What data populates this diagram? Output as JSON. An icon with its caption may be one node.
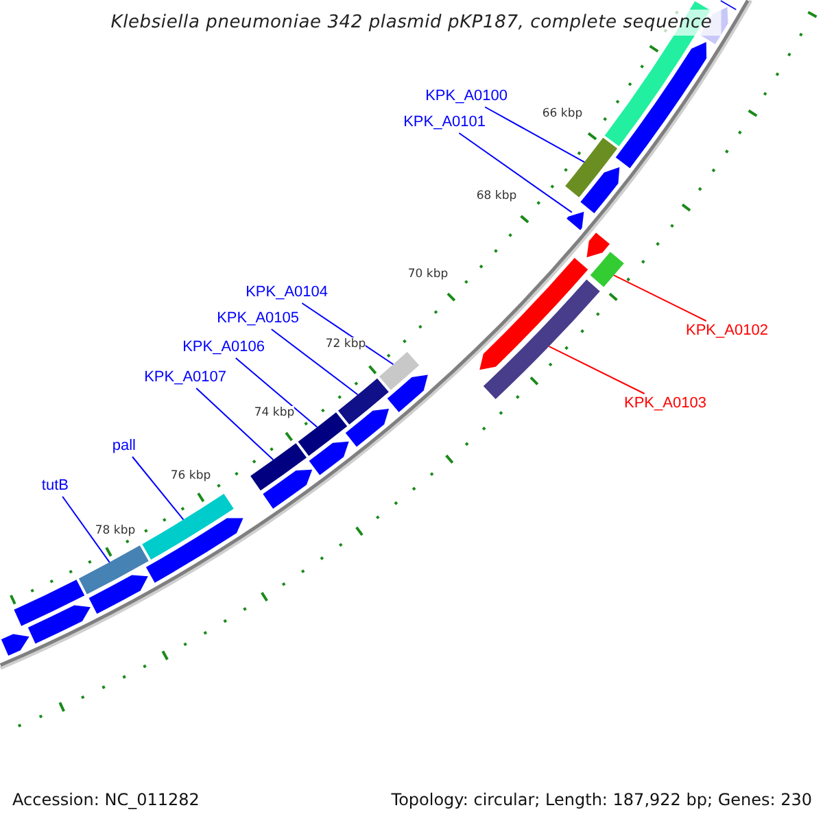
{
  "diagram": {
    "title": "Klebsiella pneumoniae 342 plasmid pKP187, complete sequence",
    "nodes": [
      {
        "text": [
          "KPK_A0100"
        ]
      },
      {
        "text": [
          "KPK_A0101"
        ]
      },
      {
        "text": [
          "KPK_A0104"
        ]
      },
      {
        "text": [
          "KPK_A0105"
        ]
      },
      {
        "text": [
          "KPK_A0106"
        ]
      },
      {
        "text": [
          "KPK_A0107"
        ]
      },
      {
        "text": [
          "pall"
        ]
      },
      {
        "text": [
          "tutB"
        ]
      },
      {
        "text": [
          "KPK_A0102"
        ]
      },
      {
        "text": [
          "KPK_A0103"
        ]
      },
      {
        "text": [],
        "shape": "bar"
      },
      {
        "text": [],
        "shape": "bar"
      },
      {
        "text": [],
        "shape": "bar"
      },
      {
        "text": [],
        "shape": "bar"
      },
      {
        "text": [],
        "shape": "bar"
      },
      {
        "text": [],
        "shape": "bar"
      },
      {
        "text": [],
        "shape": "bar"
      },
      {
        "text": [],
        "shape": "bar"
      },
      {
        "text": [],
        "shape": "bar"
      },
      {
        "text": [],
        "shape": "bar"
      },
      {
        "text": [],
        "shape": "bar"
      },
      {
        "text": [],
        "shape": "bar"
      },
      {
        "text": [],
        "shape": "bar"
      },
      {
        "text": [],
        "shape": "bar"
      },
      {
        "text": [],
        "shape": "bar"
      },
      {
        "text": [],
        "shape": "bar"
      },
      {
        "text": [],
        "shape": "bar"
      },
      {
        "text": [],
        "shape": "bar"
      },
      {
        "text": [],
        "shape": "bar"
      },
      {
        "text": [],
        "shape": "bar"
      },
      {
        "text": [],
        "shape": "bar"
      },
      {
        "text": [],
        "shape": "bar"
      },
      {
        "text": [],
        "shape": "bar"
      },
      {
        "text": [],
        "shape": "bar"
      },
      {
        "text": [],
        "shape": "bar"
      },
      {
        "text": [],
        "shape": "bar"
      }
    ],
    "edges": [
      {
        "from": 0,
        "to": 10,
        "arrow": "none"
      },
      {
        "from": 1,
        "to": 11,
        "arrow": "none"
      },
      {
        "from": 2,
        "to": 12,
        "arrow": "none"
      },
      {
        "from": 3,
        "to": 13,
        "arrow": "none"
      },
      {
        "from": 4,
        "to": 14,
        "arrow": "none"
      },
      {
        "from": 5,
        "to": 15,
        "arrow": "none"
      },
      {
        "from": 6,
        "to": 16,
        "arrow": "none"
      },
      {
        "from": 7,
        "to": 17,
        "arrow": "none"
      },
      {
        "from": 8,
        "to": 18,
        "arrow": "none",
        "color": "#ff0000"
      },
      {
        "from": 9,
        "to": 19,
        "arrow": "none",
        "color": "#ff0000"
      }
    ],
    "labels": [
      "66 kbp",
      "68 kbp",
      "70 kbp",
      "72 kbp",
      "74 kbp",
      "76 kbp",
      "78 kbp",
      "Accession: NC_011282",
      "Topology: circular; Length: 187,922 bp; Genes: 230"
    ]
  }
}
